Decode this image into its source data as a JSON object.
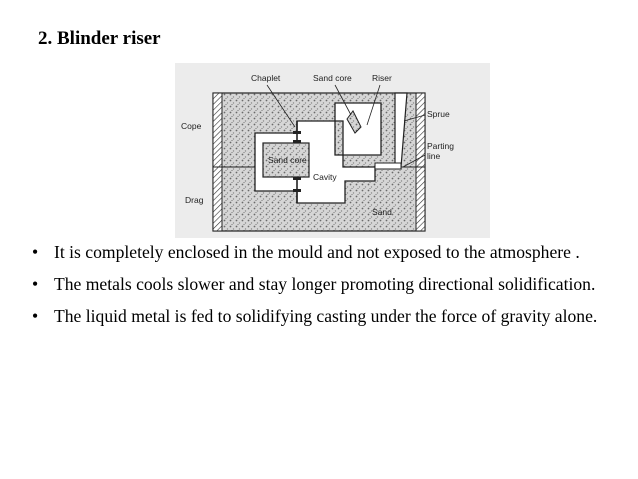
{
  "title": "2. Blinder riser",
  "figure": {
    "labels": {
      "chaplet": "Chaplet",
      "sand_core_top": "Sand core",
      "riser": "Riser",
      "sprue": "Sprue",
      "cope": "Cope",
      "parting_line_1": "Parting",
      "parting_line_2": "line",
      "sand_core_inner": "Sand core",
      "cavity": "Cavity",
      "drag": "Drag",
      "sand": "Sand"
    }
  },
  "bullets": [
    "It is completely enclosed in the mould and not exposed to the atmosphere .",
    "The metals cools slower and stay longer promoting directional solidification.",
    "The liquid metal is fed to solidifying casting under the force of gravity alone."
  ],
  "bullet_symbol": "•"
}
